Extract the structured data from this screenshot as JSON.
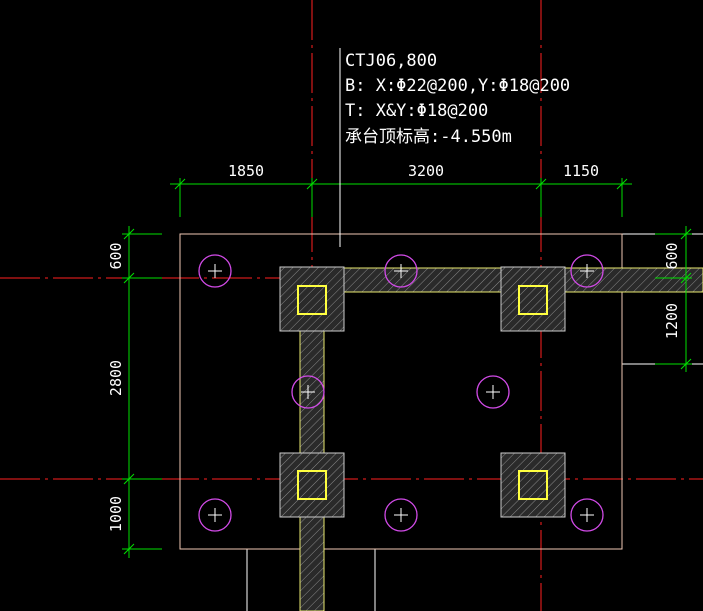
{
  "annotation": {
    "line1": "CTJ06,800",
    "line2": "B: X:Φ22@200,Y:Φ18@200",
    "line3": "T: X&Y:Φ18@200",
    "line4": "承台顶标高:-4.550m"
  },
  "dimensions": {
    "top": [
      "1850",
      "3200",
      "1150"
    ],
    "left": [
      "600",
      "2800",
      "1000"
    ],
    "right": [
      "600",
      "1200"
    ]
  },
  "colors": {
    "background": "#000000",
    "axis": "#ff2020",
    "dimension": "#00e000",
    "cap_outline": "#f0c8b4",
    "beam": "#e8e870",
    "pile": "#d24be8",
    "column": "#ffff40",
    "text": "#ffffff",
    "hatch": "#9a9a9a",
    "wall": "#ffffff"
  },
  "piles_count_label": "",
  "piles": [
    "pile",
    "pile",
    "pile",
    "pile",
    "pile",
    "pile",
    "pile",
    "pile"
  ]
}
